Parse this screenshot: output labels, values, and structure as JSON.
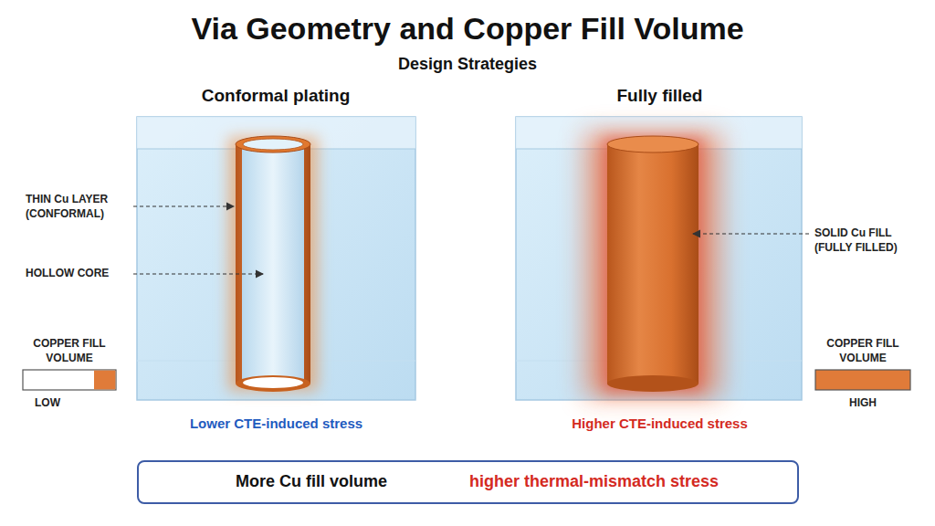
{
  "diagram": {
    "title": "Via Geometry and Copper Fill Volume",
    "nodes": [
      {
        "text": [
          "More Cu fill volume",
          "higher thermal-mismatch stress"
        ]
      }
    ],
    "labels": [
      "Design Strategies",
      "Conformal plating",
      "Fully filled",
      "THIN Cu LAYER (CONFORMAL)",
      "HOLLOW CORE",
      "SOLID Cu FILL (FULLY FILLED)",
      "COPPER FILL VOLUME",
      "LOW",
      "COPPER FILL VOLUME",
      "HIGH",
      "Lower CTE-induced stress",
      "Higher CTE-induced stress"
    ]
  }
}
